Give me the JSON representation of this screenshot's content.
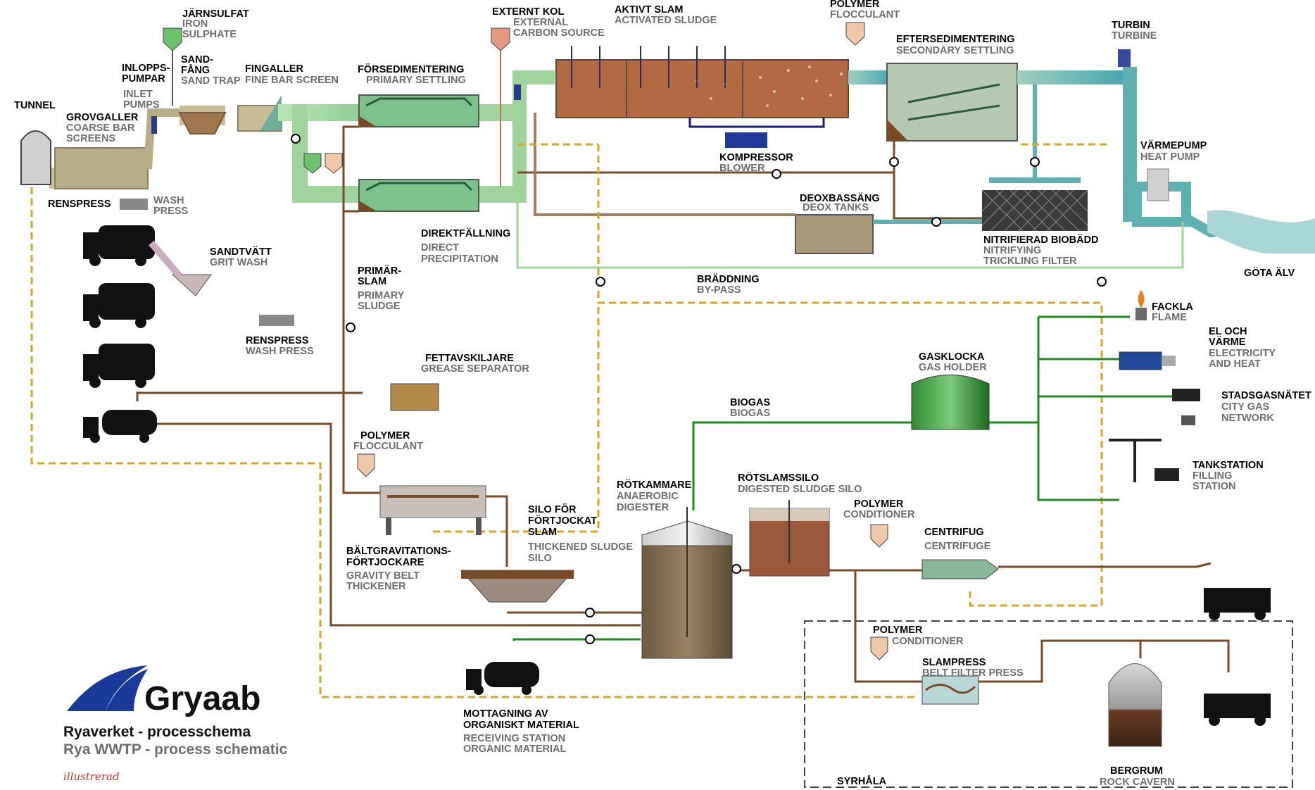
{
  "colors": {
    "green_water": "#9fd59a",
    "teal_water": "#5fb0b0",
    "sludge_brown": "#7a4a25",
    "sludge_fill": "#b26a43",
    "gas_green": "#1f8a1f",
    "dashed_yellow": "#d9a520",
    "grey_tank": "#a89878"
  },
  "labels": {
    "tunnel": "TUNNEL",
    "jarnsulfat_sv": "JÄRNSULFAT",
    "jarnsulfat_en1": "IRON",
    "jarnsulfat_en2": "SULPHATE",
    "inlopps_sv1": "INLOPPS-",
    "inlopps_sv2": "PUMPAR",
    "inlopps_en1": "INLET",
    "inlopps_en2": "PUMPS",
    "sandfang_sv1": "SAND-",
    "sandfang_sv2": "FÅNG",
    "sandfang_en": "SAND TRAP",
    "grovgaller_sv": "GROVGALLER",
    "grovgaller_en1": "COARSE BAR",
    "grovgaller_en2": "SCREENS",
    "fingaller_sv": "FINGALLER",
    "fingaller_en": "FINE BAR SCREEN",
    "forsed_sv": "FÖRSEDIMENTERING",
    "forsed_en": "PRIMARY SETTLING",
    "externkol_sv": "EXTERNT KOL",
    "externkol_en1": "EXTERNAL",
    "externkol_en2": "CARBON SOURCE",
    "aktivt_sv": "AKTIVT SLAM",
    "aktivt_en": "ACTIVATED SLUDGE",
    "polymer1_sv": "POLYMER",
    "polymer1_en": "FLOCCULANT",
    "eftersed_sv": "EFTERSEDIMENTERING",
    "eftersed_en": "SECONDARY SETTLING",
    "turbin_sv": "TURBIN",
    "turbin_en": "TURBINE",
    "renspress1_sv": "RENSPRESS",
    "renspress1_en1": "WASH",
    "renspress1_en2": "PRESS",
    "sandtvatt_sv": "SANDTVÄTT",
    "sandtvatt_en": "GRIT WASH",
    "renspress2_sv": "RENSPRESS",
    "renspress2_en": "WASH PRESS",
    "kompressor_sv": "KOMPRESSOR",
    "kompressor_en": "BLOWER",
    "deox_sv": "DEOXBASSÄNG",
    "deox_en": "DEOX TANKS",
    "varmepump_sv": "VÄRMEPUMP",
    "varmepump_en": "HEAT PUMP",
    "direkt_sv": "DIREKTFÄLLNING",
    "direkt_en1": "DIRECT",
    "direkt_en2": "PRECIPITATION",
    "nitri_sv": "NITRIFIERAD BIOBÄDD",
    "nitri_en1": "NITRIFYING",
    "nitri_en2": "TRICKLING FILTER",
    "gota": "GÖTA ÄLV",
    "primar_sv1": "PRIMÄR-",
    "primar_sv2": "SLAM",
    "primar_en1": "PRIMARY",
    "primar_en2": "SLUDGE",
    "braddning_sv": "BRÄDDNING",
    "braddning_en": "BY-PASS",
    "fackla_sv": "FACKLA",
    "fackla_en": "FLAME",
    "el_sv1": "EL OCH",
    "el_sv2": "VÄRME",
    "el_en1": "ELECTRICITY",
    "el_en2": "AND HEAT",
    "fett_sv": "FETTAVSKILJARE",
    "fett_en": "GREASE SEPARATOR",
    "gasklocka_sv": "GASKLOCKA",
    "gasklocka_en": "GAS HOLDER",
    "stadsgas_sv": "STADSGASNÄTET",
    "stadsgas_en1": "CITY GAS",
    "stadsgas_en2": "NETWORK",
    "biogas_sv": "BIOGAS",
    "biogas_en": "BIOGAS",
    "polymer2_sv": "POLYMER",
    "polymer2_en": "FLOCCULANT",
    "tankstation_sv": "TANKSTATION",
    "tankstation_en1": "FILLING",
    "tankstation_en2": "STATION",
    "rotkammare_sv": "RÖTKAMMARE",
    "rotkammare_en1": "ANAEROBIC",
    "rotkammare_en2": "DIGESTER",
    "rotslam_sv": "RÖTSLAMSSILO",
    "rotslam_en": "DIGESTED SLUDGE SILO",
    "silo_sv1": "SILO FÖR",
    "silo_sv2": "FÖRTJOCKAT",
    "silo_sv3": "SLAM",
    "silo_en1": "THICKENED SLUDGE",
    "silo_en2": "SILO",
    "polymer3_sv": "POLYMER",
    "polymer3_en": "CONDITIONER",
    "centrifug_sv": "CENTRIFUG",
    "centrifug_en": "CENTRIFUGE",
    "balt_sv1": "BÄLTGRAVITATIONS-",
    "balt_sv2": "FÖRTJOCKARE",
    "balt_en1": "GRAVITY BELT",
    "balt_en2": "THICKENER",
    "polymer4_sv": "POLYMER",
    "polymer4_en": "CONDITIONER",
    "slampress_sv": "SLAMPRESS",
    "slampress_en": "BELT FILTER PRESS",
    "mottagning_sv1": "MOTTAGNING AV",
    "mottagning_sv2": "ORGANISKT MATERIAL",
    "mottagning_en1": "RECEIVING STATION",
    "mottagning_en2": "ORGANIC MATERIAL",
    "bergrum_sv": "BERGRUM",
    "bergrum_en": "ROCK CAVERN",
    "syrhala": "SYRHÅLA"
  },
  "branding": {
    "logo": "Gryaab",
    "title_sv": "Ryaverket - processchema",
    "title_en": "Rya WWTP - process schematic",
    "signature": "illustrerad"
  }
}
